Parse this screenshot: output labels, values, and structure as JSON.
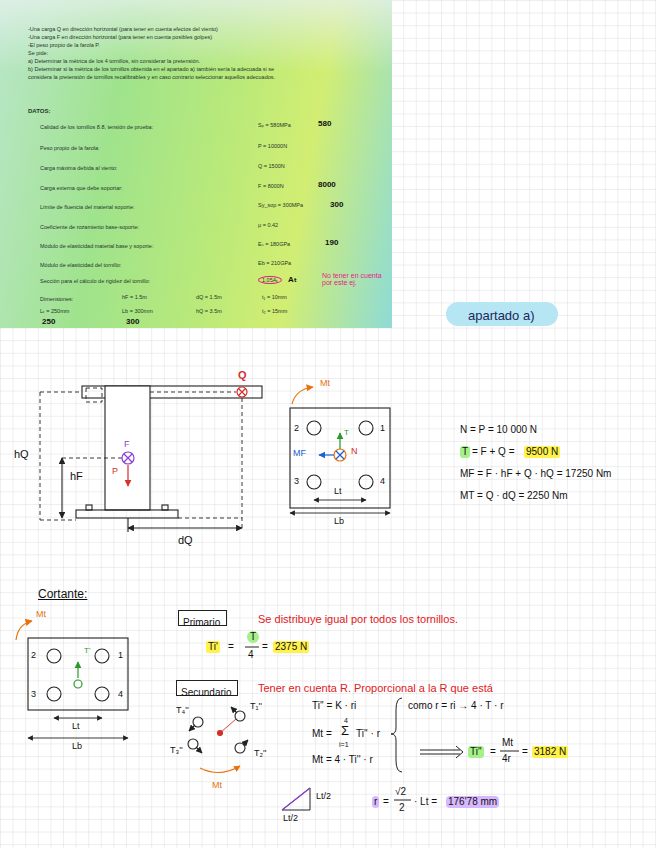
{
  "diagram": {
    "nodes": [
      {
        "text": [
          "-Una carga Q en dirección horizontal (para tener en cuenta efectos del viento)",
          "-Una carga F en dirección horizontal (para tener en cuenta posibles golpes)",
          "-El peso propio de la farola P.",
          "Se pide:",
          "a) Determinar la métrica de los 4 tornillos, sin considerar la pretensión.",
          "b) Determinar si la métrica de los tornillos obtenida en el apartado a) también sería la adecuada si se",
          "considera la pretensión de tornillos recalibrables y en caso contrario seleccionar aquellos adecuados.",
          "DATOS:",
          "Calidad de los tornillos 8.8, tensión de prueba:",
          "Sₚ = 580MPa",
          "580",
          "Peso propio de la farola:",
          "P = 10000N",
          "Carga máxima debida al viento:",
          "Q = 1500N",
          "Carga externa que debe soportar:",
          "F = 8000N",
          "8000",
          "Límite de fluencia del material soporte:",
          "Sy_sop = 300MPa",
          "300",
          "Coeficiente de rozamiento base-soporte:",
          "μ = 0.42",
          "Módulo de elasticidad material base y soporte:",
          "Eₛ = 180GPa",
          "190",
          "Módulo de elasticidad del tornillo:",
          "Eb = 210GPa",
          "Sección para el cálculo de rigidez del tornillo:",
          "1,05Aₜ",
          "Aₜ",
          "No tener en cuenta por este ej.",
          "Dimensiones:",
          "hF = 1.5m",
          "dQ = 1.5m",
          "t₁ = 10mm",
          "Lₜ = 250mm",
          "250",
          "Lb = 300mm",
          "300",
          "hQ = 3.5m",
          "t₂ = 15mm"
        ]
      },
      {
        "text": [
          "apartado a)"
        ]
      },
      {
        "text": [
          "Primario"
        ]
      },
      {
        "text": [
          "Secundario"
        ]
      }
    ],
    "labels": [
      "Q",
      "hQ",
      "F",
      "hF",
      "P",
      "dQ",
      "Mt",
      "2",
      "1",
      "T",
      "MF",
      "N",
      "3",
      "4",
      "Lt",
      "Lb",
      "N = P = 10 000 N",
      "T",
      "= F + Q =",
      "9500 N",
      "MF = F · hF + Q · hQ = 17250 Nm",
      "MT = Q · dQ = 2250 Nm",
      "Cortante:",
      "Mt",
      "2",
      "1",
      "T'",
      "3",
      "4",
      "Lt",
      "Lb",
      "Se distribuye igual por todos los tornillos.",
      "Ti'",
      "=",
      "T",
      "4",
      "=",
      "2375 N",
      "Tener en cuenta R. Proporcional a la R que está",
      "T₄''",
      "T₁''",
      "T₃''",
      "T₂''",
      "Mt",
      "Ti'' = K · ri",
      "Mt =",
      "4",
      "Σ",
      "i=1",
      "Ti'' · r",
      "Mt = 4 · Ti'' · r",
      "como r = ri → 4 · T · r",
      "Ti''",
      "=",
      "Mt",
      "4r",
      "=",
      "3182 N",
      "Lt/2",
      "Lt/2",
      "r",
      "=",
      "√2",
      "2",
      "· Lt =",
      "176'78 mm"
    ]
  }
}
